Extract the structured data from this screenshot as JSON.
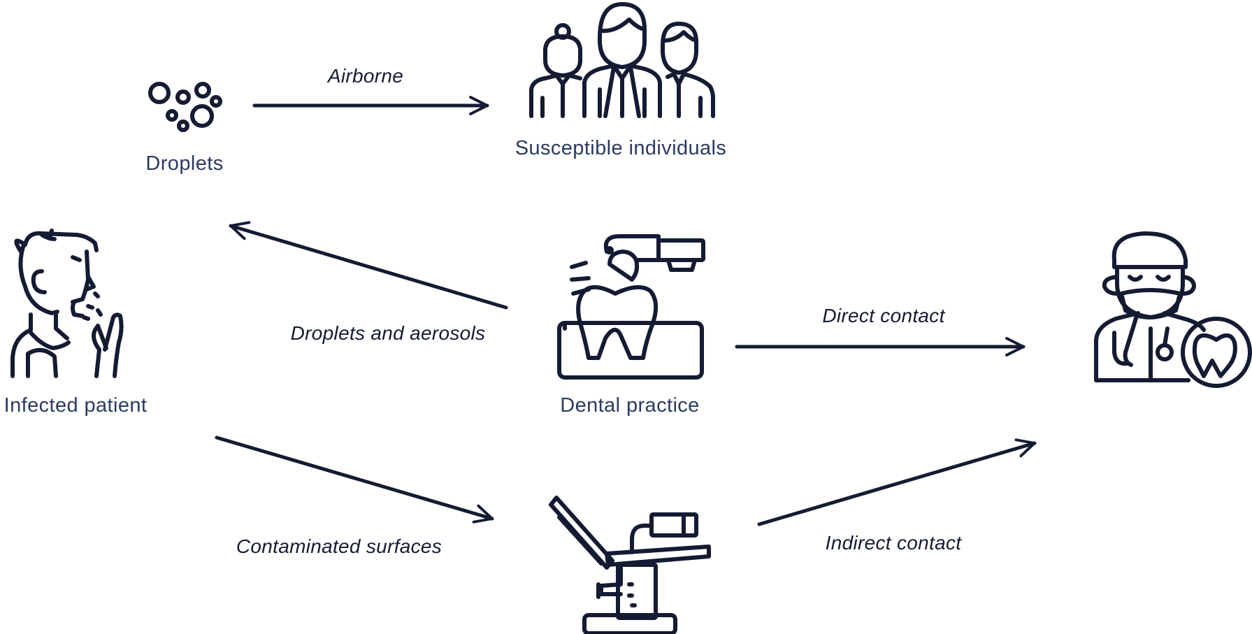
{
  "nodes": {
    "droplets": {
      "label": "Droplets",
      "icon": "droplets-icon"
    },
    "susceptible": {
      "label": "Susceptible individuals",
      "icon": "people-group-icon"
    },
    "patient": {
      "label": "Infected patient",
      "icon": "coughing-person-icon"
    },
    "practice": {
      "label": "Dental practice",
      "icon": "tooth-drill-icon"
    },
    "dentist": {
      "icon": "dentist-icon"
    },
    "chair": {
      "icon": "dental-chair-icon"
    }
  },
  "edges": {
    "airborne": {
      "label": "Airborne",
      "from": "Droplets",
      "to": "Susceptible individuals"
    },
    "aerosols": {
      "label": "Droplets and aerosols"
    },
    "direct": {
      "label": "Direct contact"
    },
    "surfaces": {
      "label": "Contaminated surfaces"
    },
    "indirect": {
      "label": "Indirect contact"
    }
  },
  "colors": {
    "icon_stroke": "#141b33",
    "node_label": "#2c3a63"
  }
}
